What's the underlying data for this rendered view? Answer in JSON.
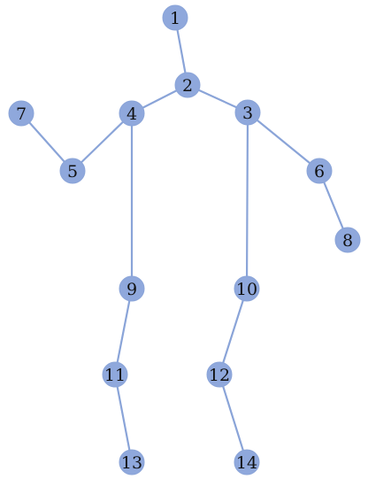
{
  "graph": {
    "nodes": [
      {
        "id": "1",
        "label": "1"
      },
      {
        "id": "2",
        "label": "2"
      },
      {
        "id": "3",
        "label": "3"
      },
      {
        "id": "4",
        "label": "4"
      },
      {
        "id": "5",
        "label": "5"
      },
      {
        "id": "6",
        "label": "6"
      },
      {
        "id": "7",
        "label": "7"
      },
      {
        "id": "8",
        "label": "8"
      },
      {
        "id": "9",
        "label": "9"
      },
      {
        "id": "10",
        "label": "10"
      },
      {
        "id": "11",
        "label": "11"
      },
      {
        "id": "12",
        "label": "12"
      },
      {
        "id": "13",
        "label": "13"
      },
      {
        "id": "14",
        "label": "14"
      }
    ],
    "edges": [
      [
        "1",
        "2"
      ],
      [
        "2",
        "4"
      ],
      [
        "2",
        "3"
      ],
      [
        "4",
        "5"
      ],
      [
        "5",
        "7"
      ],
      [
        "3",
        "6"
      ],
      [
        "6",
        "8"
      ],
      [
        "4",
        "9"
      ],
      [
        "9",
        "11"
      ],
      [
        "11",
        "13"
      ],
      [
        "3",
        "10"
      ],
      [
        "10",
        "12"
      ],
      [
        "12",
        "14"
      ]
    ],
    "colors": {
      "node_fill": "#8fa8dc",
      "edge": "#8aa4d8",
      "label": "#111111"
    }
  }
}
